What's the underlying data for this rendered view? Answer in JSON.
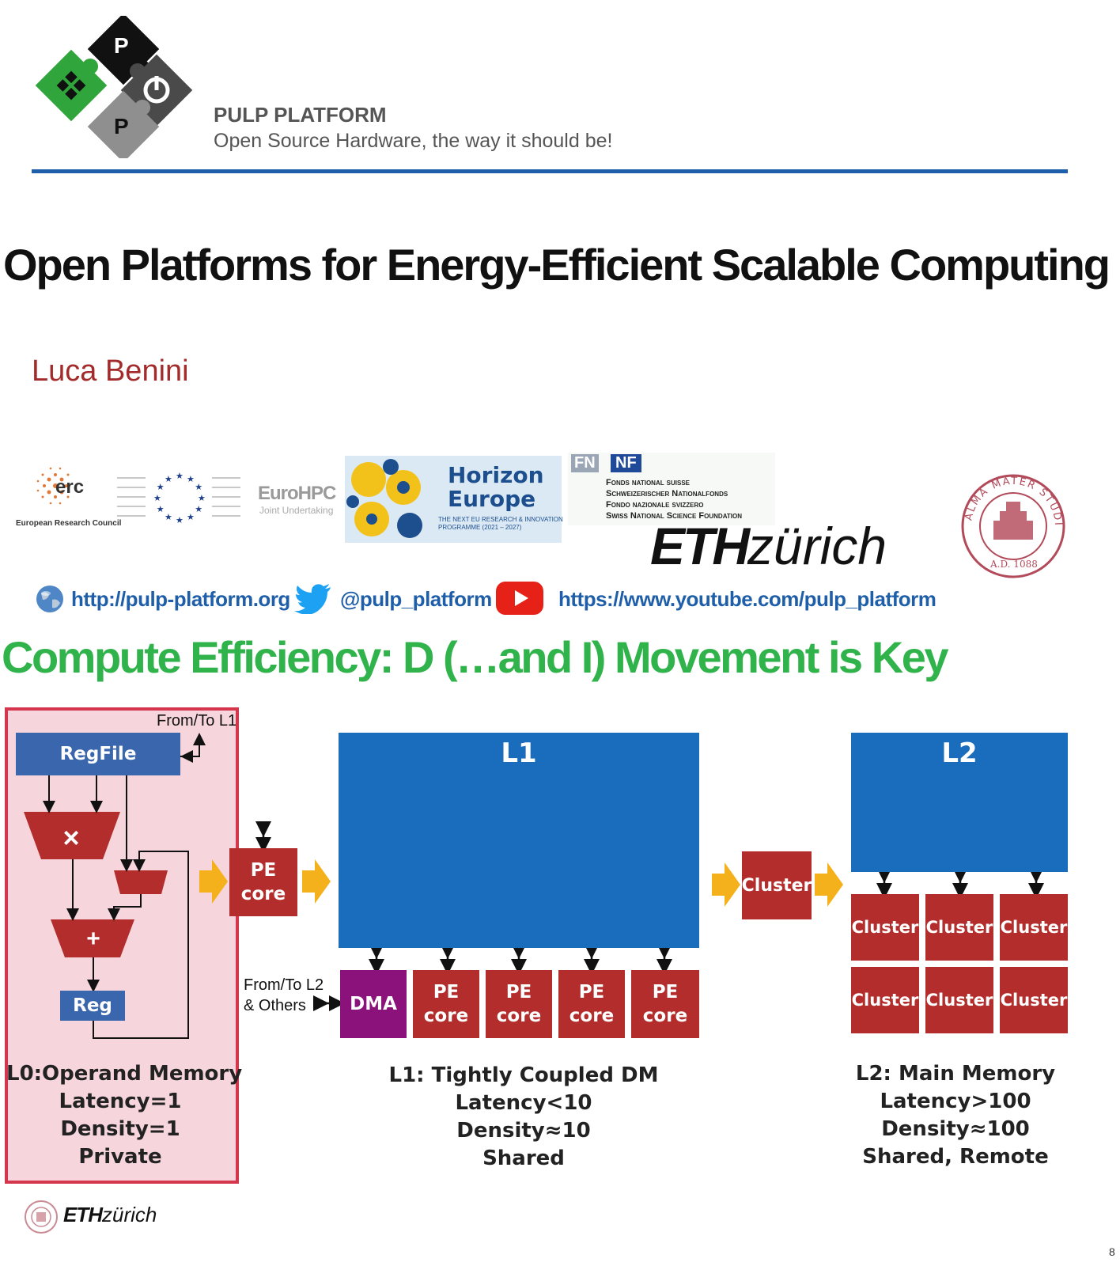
{
  "header": {
    "logo_letters": [
      "P",
      "P"
    ],
    "org": "PULP PLATFORM",
    "tagline": "Open Source Hardware, the way it should be!",
    "rule_color": "#1f5ea8"
  },
  "title": "Open Platforms for Energy-Efficient Scalable Computing",
  "author": "Luca Benini",
  "sponsors": {
    "erc_short": "erc",
    "erc_full": "European Research Council",
    "eurohpc": "EuroHPC",
    "eurohpc_sub": "Joint Undertaking",
    "horizon": [
      "Horizon",
      "Europe"
    ],
    "horizon_sub": [
      "THE NEXT EU RESEARCH & INNOVATION",
      "PROGRAMME (2021 – 2027)"
    ],
    "snf_badge": [
      "FN",
      "NF"
    ],
    "snf_lines": [
      "Fonds national suisse",
      "Schweizerischer Nationalfonds",
      "Fondo nazionale svizzero",
      "Swiss National Science Foundation"
    ],
    "eth_bold": "ETH",
    "eth_rest": "zürich",
    "seal_text": "ALMA MATER STUDIORUM",
    "seal_year": "A.D. 1088"
  },
  "links": {
    "website": "http://pulp-platform.org",
    "twitter": "@pulp_platform",
    "youtube": "https://www.youtube.com/pulp_platform"
  },
  "section_title": "Compute Efficiency: D (…and I) Movement is Key",
  "diagram": {
    "l0": {
      "from_to": "From/To L1",
      "regfile": "RegFile",
      "mul": "×",
      "add": "+",
      "reg": "Reg",
      "caption": [
        "L0:Operand Memory",
        "Latency=1",
        "Density=1",
        "Private"
      ]
    },
    "pe_core": [
      "PE",
      "core"
    ],
    "l1": {
      "label": "L1",
      "dma": "DMA",
      "from_to": [
        "From/To L2",
        "& Others"
      ],
      "pe_cores": [
        [
          "PE",
          "core"
        ],
        [
          "PE",
          "core"
        ],
        [
          "PE",
          "core"
        ],
        [
          "PE",
          "core"
        ]
      ],
      "caption": [
        "L1: Tightly Coupled DM",
        "Latency<10",
        "Density≈10",
        "Shared"
      ]
    },
    "cluster": "Cluster",
    "l2": {
      "label": "L2",
      "clusters": [
        "Cluster",
        "Cluster",
        "Cluster",
        "Cluster",
        "Cluster",
        "Cluster"
      ],
      "caption": [
        "L2: Main Memory",
        "Latency>100",
        "Density≈100",
        "Shared, Remote"
      ]
    }
  },
  "footer": {
    "eth_bold": "ETH",
    "eth_rest": "zürich",
    "page": "8"
  },
  "colors": {
    "green_title": "#2fb34a",
    "author": "#a32b2b",
    "pe_red": "#b22d2b",
    "memory_blue": "#1a6cbd",
    "dma_purple": "#8a127a",
    "l0_bg": "#f6d5dc",
    "l0_border": "#d6364d",
    "arrow_orange": "#f5b11c"
  }
}
